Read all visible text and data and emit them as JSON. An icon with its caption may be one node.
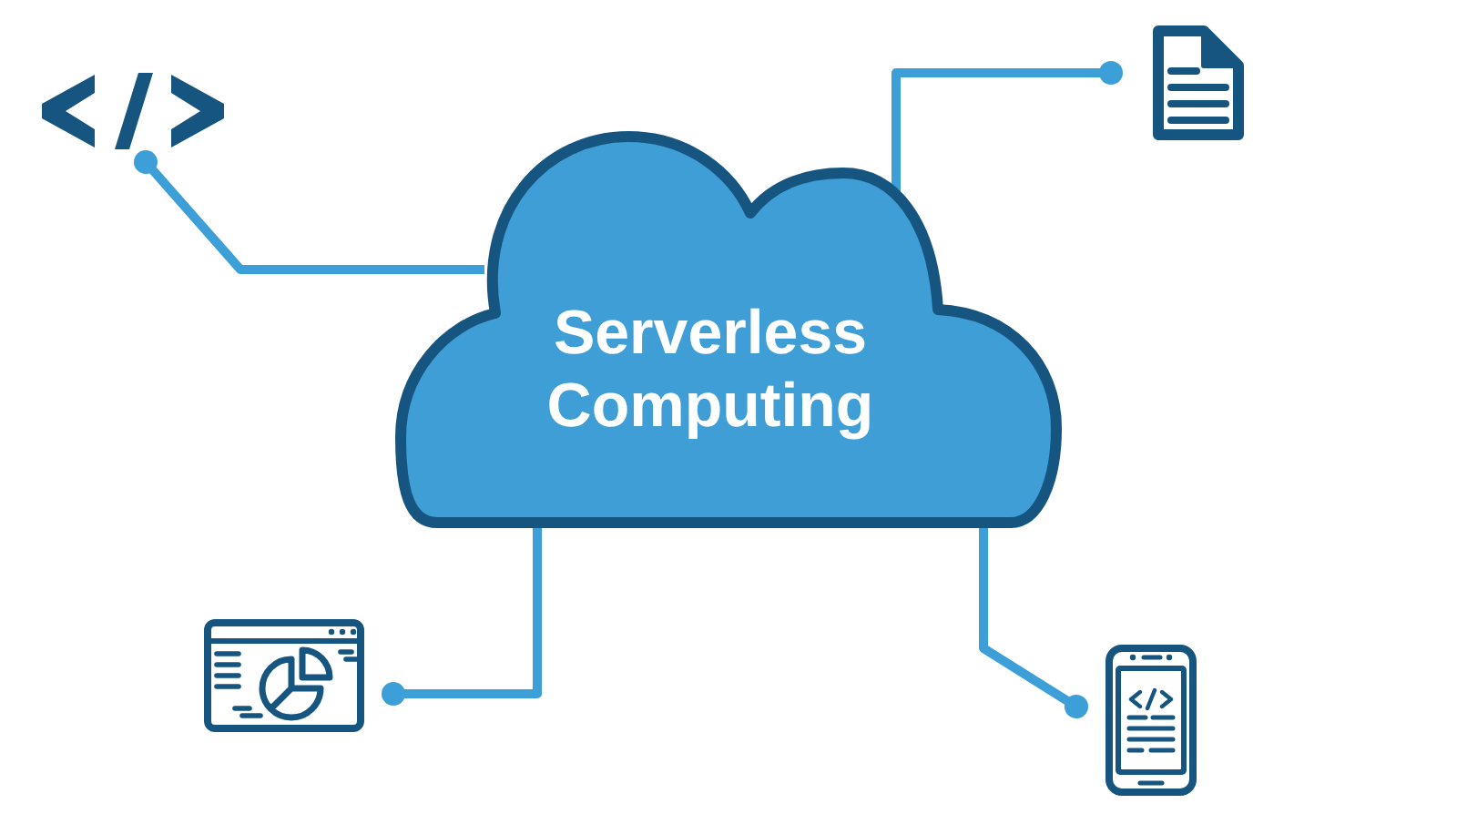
{
  "diagram": {
    "nodes": [
      {
        "text": [],
        "shape": "picture"
      },
      {
        "text": [],
        "shape": "picture"
      },
      {
        "text": [
          "Serverless Computing"
        ]
      },
      {
        "text": [],
        "shape": "picture"
      },
      {
        "text": [],
        "shape": "picture"
      }
    ],
    "edges": [
      {
        "from": 2,
        "to": 0,
        "arrow": "other"
      },
      {
        "from": 2,
        "to": 1,
        "arrow": "other"
      },
      {
        "from": 2,
        "to": 3,
        "arrow": "other"
      },
      {
        "from": 2,
        "to": 4,
        "arrow": "other"
      }
    ]
  }
}
